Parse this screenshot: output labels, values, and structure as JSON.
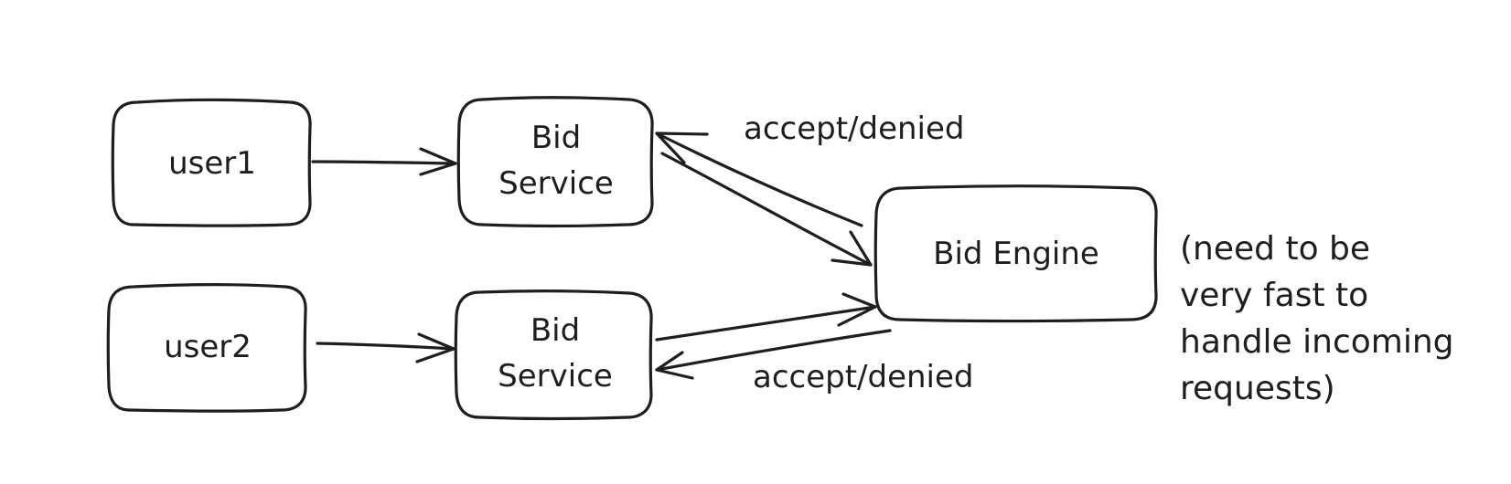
{
  "nodes": {
    "user1": {
      "label": "user1"
    },
    "user2": {
      "label": "user2"
    },
    "bid_service_1": {
      "line1": "Bid",
      "line2": "Service"
    },
    "bid_service_2": {
      "line1": "Bid",
      "line2": "Service"
    },
    "bid_engine": {
      "label": "Bid Engine"
    }
  },
  "edge_labels": {
    "top_response": "accept/denied",
    "bottom_response": "accept/denied"
  },
  "note": {
    "lines": [
      "(need to be",
      "very fast to",
      "handle incoming",
      "requests)"
    ]
  },
  "colors": {
    "stroke": "#1e1e1e",
    "background": "#ffffff"
  }
}
